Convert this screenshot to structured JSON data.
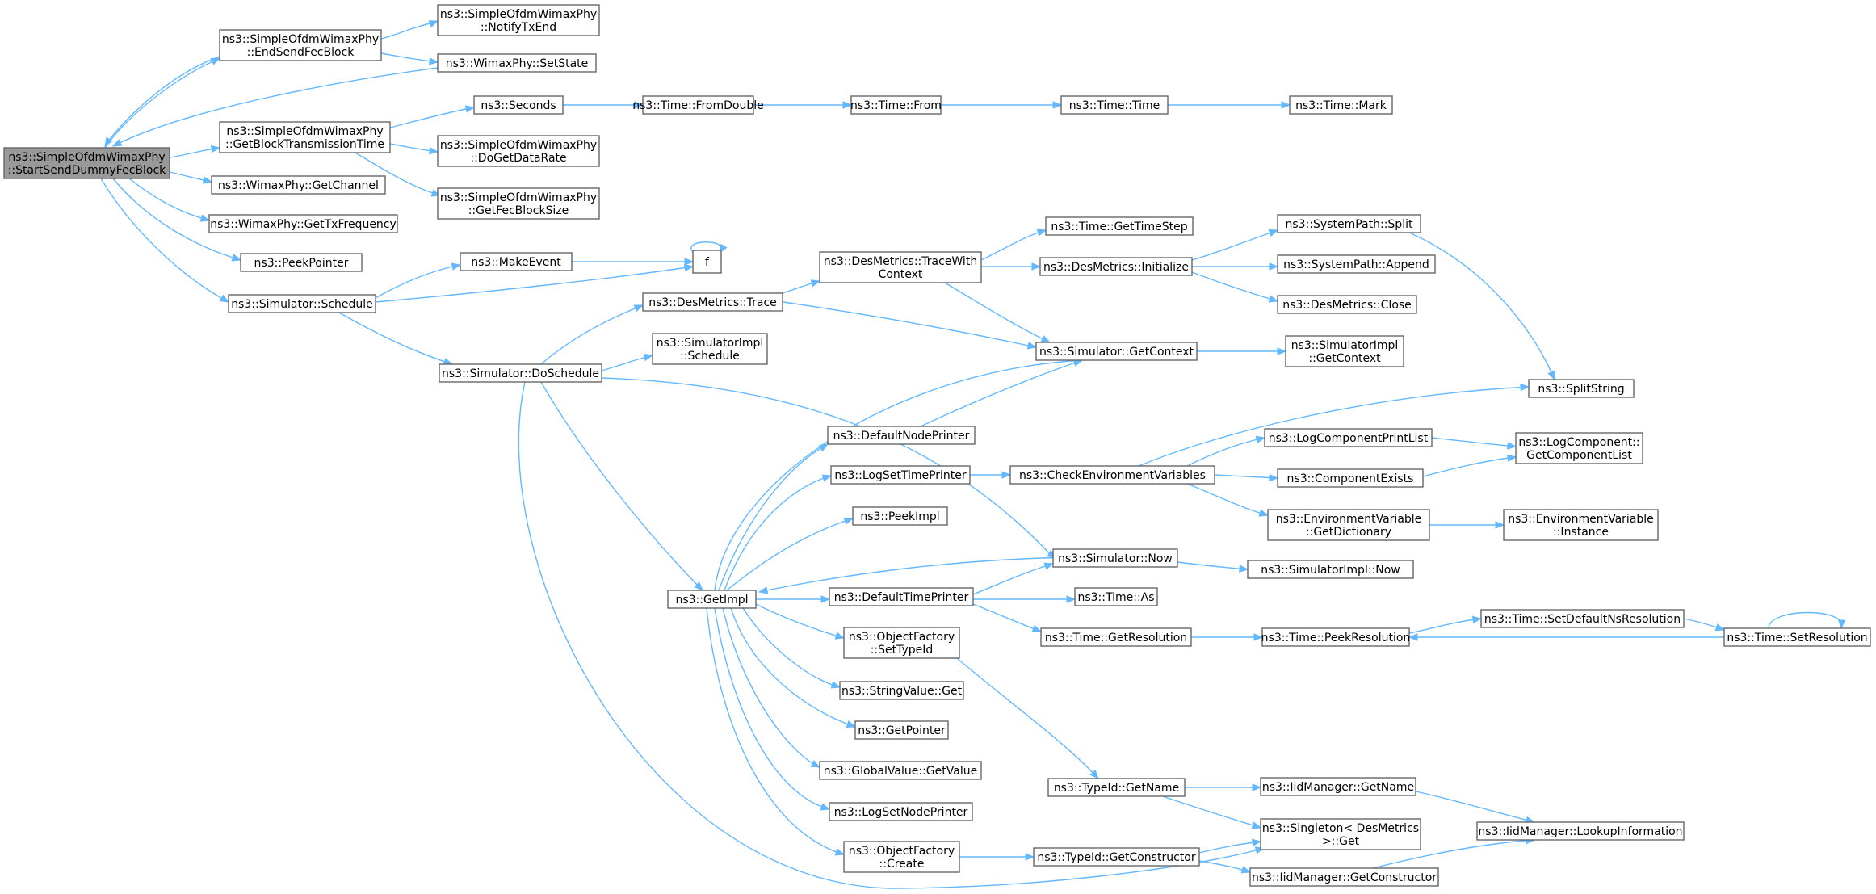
{
  "diagram": {
    "nodes": [
      {
        "id": "root",
        "lines": [
          "ns3::SimpleOfdmWimaxPhy",
          "::StartSendDummyFecBlock"
        ],
        "root": true
      },
      {
        "id": "endSend",
        "lines": [
          "ns3::SimpleOfdmWimaxPhy",
          "::EndSendFecBlock"
        ]
      },
      {
        "id": "notifyTx",
        "lines": [
          "ns3::SimpleOfdmWimaxPhy",
          "::NotifyTxEnd"
        ]
      },
      {
        "id": "setState",
        "lines": [
          "ns3::WimaxPhy::SetState"
        ]
      },
      {
        "id": "getBlockTx",
        "lines": [
          "ns3::SimpleOfdmWimaxPhy",
          "::GetBlockTransmissionTime"
        ]
      },
      {
        "id": "seconds",
        "lines": [
          "ns3::Seconds"
        ]
      },
      {
        "id": "fromDouble",
        "lines": [
          "ns3::Time::FromDouble"
        ]
      },
      {
        "id": "timeFrom",
        "lines": [
          "ns3::Time::From"
        ]
      },
      {
        "id": "timeTime",
        "lines": [
          "ns3::Time::Time"
        ]
      },
      {
        "id": "timeMark",
        "lines": [
          "ns3::Time::Mark"
        ]
      },
      {
        "id": "doGetDataRate",
        "lines": [
          "ns3::SimpleOfdmWimaxPhy",
          "::DoGetDataRate"
        ]
      },
      {
        "id": "getFecBlockSize",
        "lines": [
          "ns3::SimpleOfdmWimaxPhy",
          "::GetFecBlockSize"
        ]
      },
      {
        "id": "getChannel",
        "lines": [
          "ns3::WimaxPhy::GetChannel"
        ]
      },
      {
        "id": "getTxFreq",
        "lines": [
          "ns3::WimaxPhy::GetTxFrequency"
        ]
      },
      {
        "id": "peekPointer",
        "lines": [
          "ns3::PeekPointer"
        ]
      },
      {
        "id": "schedule",
        "lines": [
          "ns3::Simulator::Schedule"
        ]
      },
      {
        "id": "makeEvent",
        "lines": [
          "ns3::MakeEvent"
        ]
      },
      {
        "id": "f",
        "lines": [
          "f"
        ]
      },
      {
        "id": "timeGetTimeStep",
        "lines": [
          "ns3::Time::GetTimeStep"
        ]
      },
      {
        "id": "traceWithContext",
        "lines": [
          "ns3::DesMetrics::TraceWith",
          "Context"
        ]
      },
      {
        "id": "dmTrace",
        "lines": [
          "ns3::DesMetrics::Trace"
        ]
      },
      {
        "id": "dmInitialize",
        "lines": [
          "ns3::DesMetrics::Initialize"
        ]
      },
      {
        "id": "spSplit",
        "lines": [
          "ns3::SystemPath::Split"
        ]
      },
      {
        "id": "spAppend",
        "lines": [
          "ns3::SystemPath::Append"
        ]
      },
      {
        "id": "dmClose",
        "lines": [
          "ns3::DesMetrics::Close"
        ]
      },
      {
        "id": "doSchedule",
        "lines": [
          "ns3::Simulator::DoSchedule"
        ]
      },
      {
        "id": "simImplSchedule",
        "lines": [
          "ns3::SimulatorImpl",
          "::Schedule"
        ]
      },
      {
        "id": "simGetContext",
        "lines": [
          "ns3::Simulator::GetContext"
        ]
      },
      {
        "id": "simImplGetContext",
        "lines": [
          "ns3::SimulatorImpl",
          "::GetContext"
        ]
      },
      {
        "id": "splitString",
        "lines": [
          "ns3::SplitString"
        ]
      },
      {
        "id": "defaultNodePrinter",
        "lines": [
          "ns3::DefaultNodePrinter"
        ]
      },
      {
        "id": "logCompPrintList",
        "lines": [
          "ns3::LogComponentPrintList"
        ]
      },
      {
        "id": "logCompGetList",
        "lines": [
          "ns3::LogComponent::",
          "GetComponentList"
        ]
      },
      {
        "id": "logSetTimePrinter",
        "lines": [
          "ns3::LogSetTimePrinter"
        ]
      },
      {
        "id": "checkEnvVars",
        "lines": [
          "ns3::CheckEnvironmentVariables"
        ]
      },
      {
        "id": "componentExists",
        "lines": [
          "ns3::ComponentExists"
        ]
      },
      {
        "id": "peekImpl",
        "lines": [
          "ns3::PeekImpl"
        ]
      },
      {
        "id": "envGetDict",
        "lines": [
          "ns3::EnvironmentVariable",
          "::GetDictionary"
        ]
      },
      {
        "id": "envInstance",
        "lines": [
          "ns3::EnvironmentVariable",
          "::Instance"
        ]
      },
      {
        "id": "simNow",
        "lines": [
          "ns3::Simulator::Now"
        ]
      },
      {
        "id": "simImplNow",
        "lines": [
          "ns3::SimulatorImpl::Now"
        ]
      },
      {
        "id": "getImpl",
        "lines": [
          "ns3::GetImpl"
        ]
      },
      {
        "id": "defaultTimePrinter",
        "lines": [
          "ns3::DefaultTimePrinter"
        ]
      },
      {
        "id": "timeAs",
        "lines": [
          "ns3::Time::As"
        ]
      },
      {
        "id": "setDefaultNsRes",
        "lines": [
          "ns3::Time::SetDefaultNsResolution"
        ]
      },
      {
        "id": "timeGetResolution",
        "lines": [
          "ns3::Time::GetResolution"
        ]
      },
      {
        "id": "peekResolution",
        "lines": [
          "ns3::Time::PeekResolution"
        ]
      },
      {
        "id": "setResolution",
        "lines": [
          "ns3::Time::SetResolution"
        ]
      },
      {
        "id": "ofSetTypeId",
        "lines": [
          "ns3::ObjectFactory",
          "::SetTypeId"
        ]
      },
      {
        "id": "stringValueGet",
        "lines": [
          "ns3::StringValue::Get"
        ]
      },
      {
        "id": "getPointer",
        "lines": [
          "ns3::GetPointer"
        ]
      },
      {
        "id": "globalValueGet",
        "lines": [
          "ns3::GlobalValue::GetValue"
        ]
      },
      {
        "id": "typeIdGetName",
        "lines": [
          "ns3::TypeId::GetName"
        ]
      },
      {
        "id": "iidGetName",
        "lines": [
          "ns3::IidManager::GetName"
        ]
      },
      {
        "id": "logSetNodePrinter",
        "lines": [
          "ns3::LogSetNodePrinter"
        ]
      },
      {
        "id": "singletonGet",
        "lines": [
          "ns3::Singleton< DesMetrics",
          " >::Get"
        ]
      },
      {
        "id": "iidLookup",
        "lines": [
          "ns3::IidManager::LookupInformation"
        ]
      },
      {
        "id": "ofCreate",
        "lines": [
          "ns3::ObjectFactory",
          "::Create"
        ]
      },
      {
        "id": "typeIdGetCtor",
        "lines": [
          "ns3::TypeId::GetConstructor"
        ]
      },
      {
        "id": "iidGetCtor",
        "lines": [
          "ns3::IidManager::GetConstructor"
        ]
      }
    ]
  }
}
